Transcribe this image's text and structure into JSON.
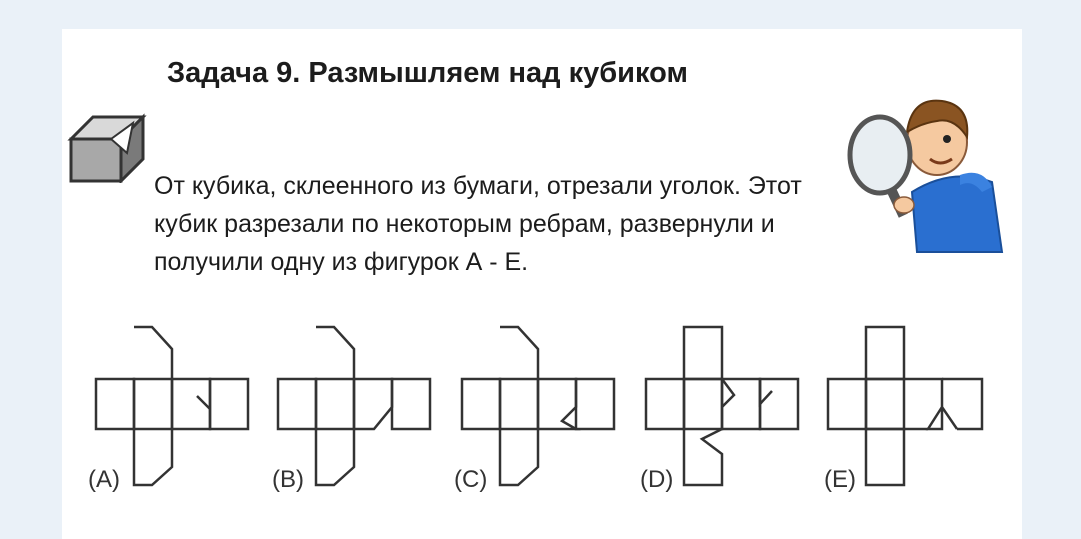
{
  "slide": {
    "title": "Задача 9. Размышляем над кубиком",
    "text": "От кубика, склеенного из бумаги, отрезали уголок. Этот кубик разрезали по некоторым ребрам, развернули и получили одну из фигурок А - Е.",
    "icons": [
      "cut-cube-icon",
      "boy-with-magnifier-illustration"
    ],
    "options": [
      {
        "label": "(A)"
      },
      {
        "label": "(B)"
      },
      {
        "label": "(C)"
      },
      {
        "label": "(D)"
      },
      {
        "label": "(E)"
      }
    ]
  }
}
